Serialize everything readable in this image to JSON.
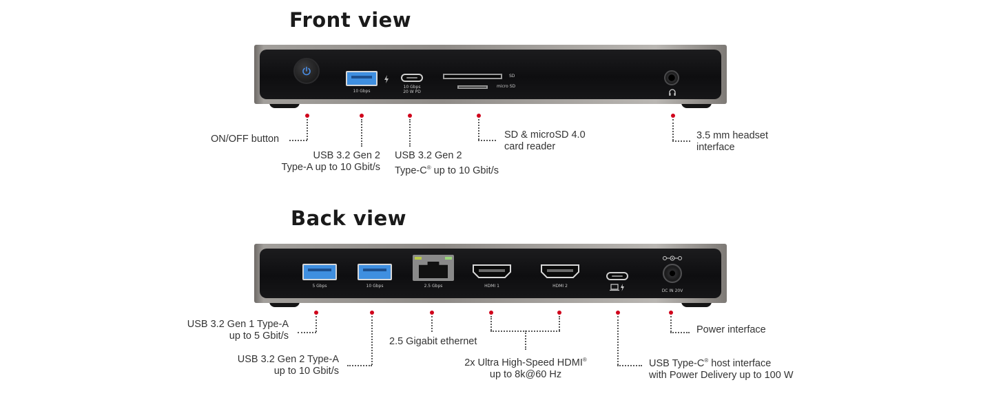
{
  "headings": {
    "front": "Front view",
    "back": "Back view"
  },
  "front_ports": {
    "usb_a_speed": "10 Gbps",
    "usb_c_speed": "10 Gbps",
    "usb_c_power": "20 W PD",
    "sd": "SD",
    "micro_sd": "micro SD"
  },
  "back_ports": {
    "usb1_speed": "5 Gbps",
    "usb2_speed": "10 Gbps",
    "ethernet_speed": "2.5 Gbps",
    "hdmi1": "HDMI 1",
    "hdmi2": "HDMI 2",
    "dc_in": "DC IN 20V"
  },
  "front_callouts": {
    "onoff": "ON/OFF button",
    "usb_a_line1": "USB 3.2 Gen 2",
    "usb_a_line2": "Type-A up to 10 Gbit/s",
    "usb_c_line1": "USB 3.2 Gen 2",
    "usb_c_line2_a": "Type-C",
    "usb_c_line2_reg": "®",
    "usb_c_line2_b": " up to 10 Gbit/s",
    "sd_line1": "SD & microSD 4.0",
    "sd_line2": "card reader",
    "audio_line1": "3.5 mm headset",
    "audio_line2": "interface"
  },
  "back_callouts": {
    "usb1_line1": "USB 3.2 Gen 1 Type-A",
    "usb1_line2": "up to 5 Gbit/s",
    "usb2_line1": "USB 3.2 Gen 2 Type-A",
    "usb2_line2": "up to 10 Gbit/s",
    "ethernet": "2.5 Gigabit ethernet",
    "hdmi_line1_a": "2x Ultra High-Speed HDMI",
    "hdmi_line1_reg": "®",
    "hdmi_line2": "up to 8k@60 Hz",
    "usbc_line1_a": "USB Type-C",
    "usbc_line1_reg": "®",
    "usbc_line1_b": " host interface",
    "usbc_line2": "with Power Delivery up to 100 W",
    "power": "Power interface"
  },
  "colors": {
    "callout_dot": "#d0021b",
    "usb_blue": "#3f8fe0",
    "power_led": "#4a8fe8"
  }
}
